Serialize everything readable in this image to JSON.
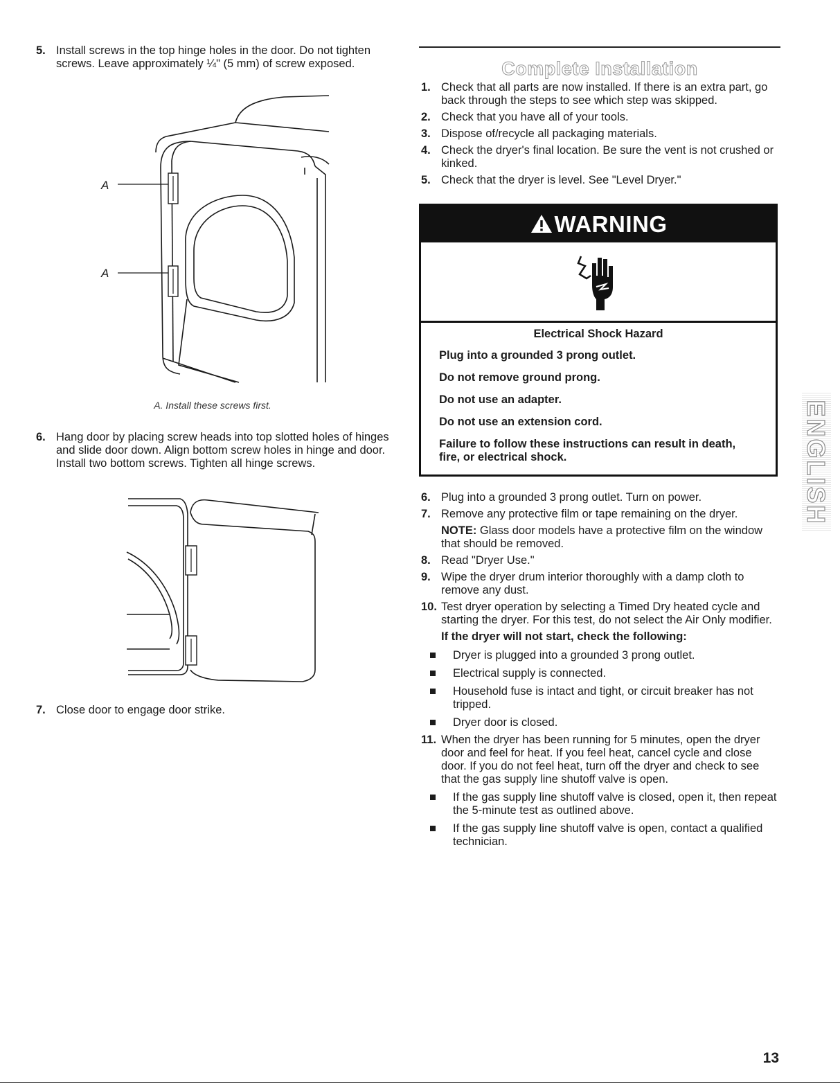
{
  "left_col": {
    "step5": {
      "num": "5.",
      "text": "Install screws in the top hinge holes in the door. Do not tighten screws. Leave approximately ¼\" (5 mm) of screw exposed."
    },
    "fig1": {
      "label_a1": "A",
      "label_a2": "A",
      "caption": "A. Install these screws first."
    },
    "step6": {
      "num": "6.",
      "text": "Hang door by placing screw heads into top slotted holes of hinges and slide door down. Align bottom screw holes in hinge and door. Install two bottom screws. Tighten all hinge screws."
    },
    "step7": {
      "num": "7.",
      "text": "Close door to engage door strike."
    }
  },
  "right_col": {
    "title": "Complete Installation",
    "steps_a": [
      {
        "num": "1.",
        "text": "Check that all parts are now installed. If there is an extra part, go back through the steps to see which step was skipped."
      },
      {
        "num": "2.",
        "text": "Check that you have all of your tools."
      },
      {
        "num": "3.",
        "text": "Dispose of/recycle all packaging materials."
      },
      {
        "num": "4.",
        "text": "Check the dryer's final location. Be sure the vent is not crushed or kinked."
      },
      {
        "num": "5.",
        "text": "Check that the dryer is level. See \"Level Dryer.\""
      }
    ],
    "warning": {
      "header": "WARNING",
      "hazard": "Electrical Shock Hazard",
      "lines": [
        "Plug into a grounded 3 prong outlet.",
        "Do not remove ground prong.",
        "Do not use an adapter.",
        "Do not use an extension cord.",
        "Failure to follow these instructions can result in death, fire, or electrical shock."
      ]
    },
    "step6": {
      "num": "6.",
      "text": "Plug into a grounded 3 prong outlet. Turn on power."
    },
    "step7": {
      "num": "7.",
      "text": "Remove any protective film or tape remaining on the dryer."
    },
    "note": {
      "label": "NOTE:",
      "text": " Glass door models have a protective film on the window that should be removed."
    },
    "step8": {
      "num": "8.",
      "text": "Read \"Dryer Use.\""
    },
    "step9": {
      "num": "9.",
      "text": "Wipe the dryer drum interior thoroughly with a damp cloth to remove any dust."
    },
    "step10": {
      "num": "10.",
      "text": "Test dryer operation by selecting a Timed Dry heated cycle and starting the dryer. For this test, do not select the Air Only modifier."
    },
    "check_heading": "If the dryer will not start, check the following:",
    "checks": [
      "Dryer is plugged into a grounded 3 prong outlet.",
      "Electrical supply is connected.",
      "Household fuse is intact and tight, or circuit breaker has not tripped.",
      "Dryer door is closed."
    ],
    "step11": {
      "num": "11.",
      "text": "When the dryer has been running for 5 minutes, open the dryer door and feel for heat. If you feel heat, cancel cycle and close door. If you do not feel heat, turn off the dryer and check to see that the gas supply line shutoff valve is open."
    },
    "gas_checks": [
      "If the gas supply line shutoff valve is closed, open it, then repeat the 5-minute test as outlined above.",
      "If the gas supply line shutoff valve is open, contact a qualified technician."
    ]
  },
  "side_tab": "ENGLISH",
  "page_number": "13"
}
